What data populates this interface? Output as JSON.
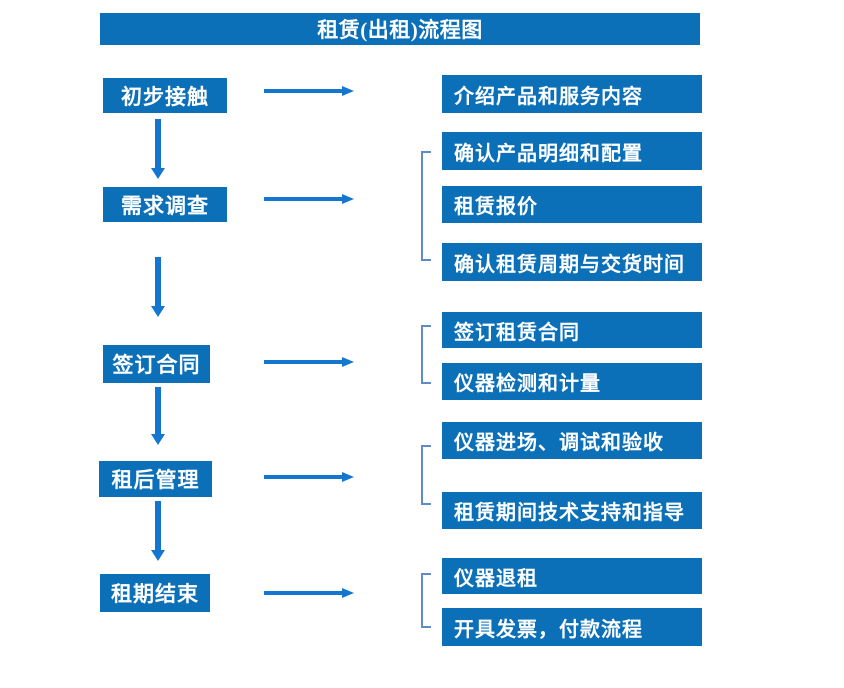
{
  "title": "租赁(出租)流程图",
  "steps": [
    {
      "label": "初步接触"
    },
    {
      "label": "需求调查"
    },
    {
      "label": "签订合同"
    },
    {
      "label": "租后管理"
    },
    {
      "label": "租期结束"
    }
  ],
  "details": [
    {
      "label": "介绍产品和服务内容"
    },
    {
      "label": "确认产品明细和配置"
    },
    {
      "label": "租赁报价"
    },
    {
      "label": "确认租赁周期与交货时间"
    },
    {
      "label": "签订租赁合同"
    },
    {
      "label": "仪器检测和计量"
    },
    {
      "label": "仪器进场、调试和验收"
    },
    {
      "label": "租赁期间技术支持和指导"
    },
    {
      "label": "仪器退租"
    },
    {
      "label": "开具发票，付款流程"
    }
  ],
  "colors": {
    "box_blue": "#0c70b8",
    "arrow_blue": "#1576d0",
    "bracket_blue": "#5f8cc8",
    "text": "#ffffff",
    "background": "#ffffff"
  }
}
